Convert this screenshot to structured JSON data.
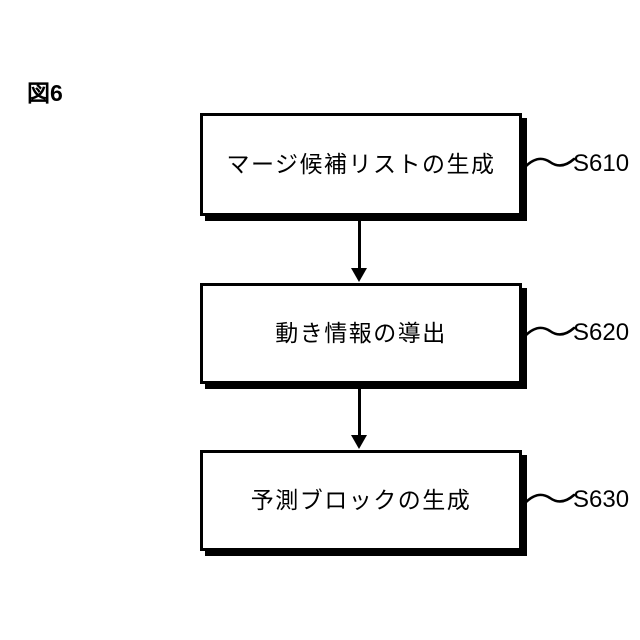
{
  "figure": {
    "label": "図6",
    "background_color": "#ffffff",
    "line_color": "#000000"
  },
  "flowchart": {
    "orientation": "vertical",
    "steps": [
      {
        "id": "S610",
        "label": "マージ候補リストの生成",
        "ref": "S610"
      },
      {
        "id": "S620",
        "label": "動き情報の導出",
        "ref": "S620"
      },
      {
        "id": "S630",
        "label": "予測ブロックの生成",
        "ref": "S630"
      }
    ],
    "connectors": [
      {
        "from": "S610",
        "to": "S620",
        "style": "solid-arrow-down"
      },
      {
        "from": "S620",
        "to": "S630",
        "style": "solid-arrow-down"
      }
    ]
  }
}
